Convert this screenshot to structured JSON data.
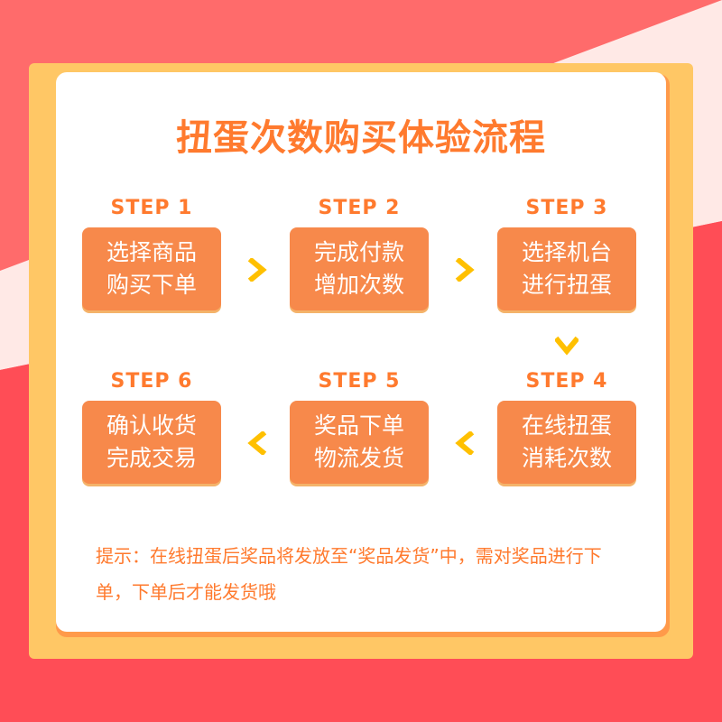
{
  "title": "扭蛋次数购买体验流程",
  "steps": [
    {
      "label": "STEP 1",
      "line1": "选择商品",
      "line2": "购买下单"
    },
    {
      "label": "STEP 2",
      "line1": "完成付款",
      "line2": "增加次数"
    },
    {
      "label": "STEP 3",
      "line1": "选择机台",
      "line2": "进行扭蛋"
    },
    {
      "label": "STEP 4",
      "line1": "在线扭蛋",
      "line2": "消耗次数"
    },
    {
      "label": "STEP 5",
      "line1": "奖品下单",
      "line2": "物流发货"
    },
    {
      "label": "STEP 6",
      "line1": "确认收货",
      "line2": "完成交易"
    }
  ],
  "tip": "提示：在线扭蛋后奖品将发放至“奖品发货”中，需对奖品进行下单，下单后才能发货哦",
  "colors": {
    "accent": "#ff7a2e",
    "step_box": "#f7894b",
    "arrow": "#ffc000",
    "frame": "#ffc765",
    "background": "#ff6b6b"
  },
  "icons": [
    "chevron-right-icon",
    "chevron-down-icon",
    "chevron-left-icon"
  ]
}
